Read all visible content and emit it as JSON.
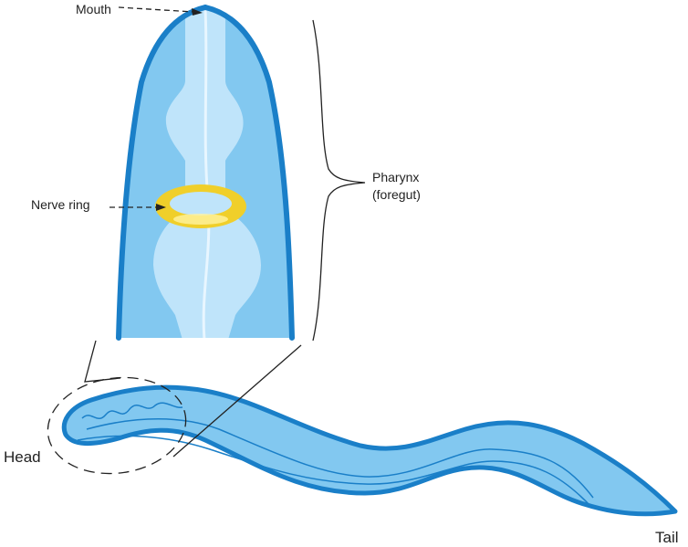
{
  "labels": {
    "mouth": "Mouth",
    "nerve_ring": "Nerve ring",
    "pharynx_line1": "Pharynx",
    "pharynx_line2": "(foregut)",
    "head": "Head",
    "tail": "Tail"
  },
  "colors": {
    "body_fill": "#82c8f0",
    "body_outline": "#1a7fc8",
    "pharynx_fill": "#bfe4fa",
    "lumen": "#e8f6ff",
    "nerve_ring_outer": "#f0cf2a",
    "nerve_ring_inner": "#fff3a0",
    "line": "#222222"
  }
}
